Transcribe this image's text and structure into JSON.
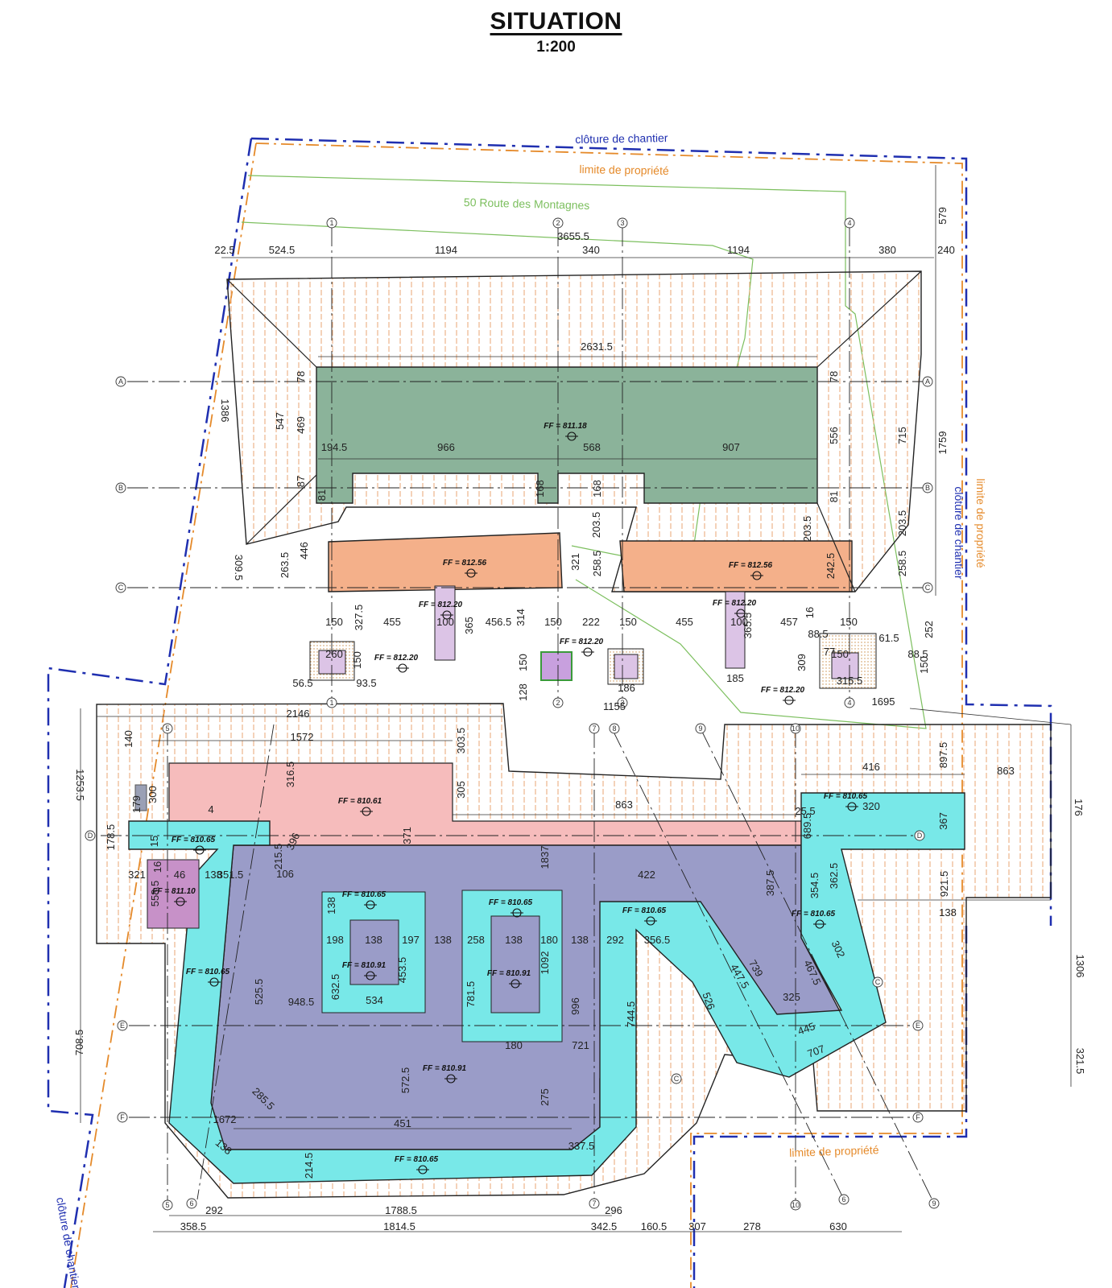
{
  "header": {
    "title": "SITUATION",
    "scale": "1:200"
  },
  "colors": {
    "site_fence": "#1f2fb0",
    "property_limit": "#e58a2a",
    "address_outline": "#7cbf5e",
    "upper_building": "#8bb39a",
    "upper_wings": "#f4b08a",
    "lower_upper_floor": "#f6bcbc",
    "lower_floor": "#9a9cc8",
    "terraces": "#78e8e8",
    "accent_blocks": "#c791c8"
  },
  "labels": {
    "fence_top": "clôture de chantier",
    "fence_right": "clôture de chantier",
    "fence_bottom_left": "clôture de chantier",
    "limit_top": "limite de propriété",
    "limit_right": "limite de propriété",
    "limit_bottom": "limite de propriété",
    "address": "50 Route des Montagnes"
  },
  "grid_marks": [
    "1",
    "2",
    "3",
    "4",
    "5",
    "6",
    "7",
    "8",
    "9",
    "10",
    "A",
    "B",
    "C",
    "D",
    "E",
    "F"
  ],
  "levels": [
    "FF = 811.18",
    "FF = 812.56",
    "FF = 812.56",
    "FF = 812.20",
    "FF = 812.20",
    "FF = 812.20",
    "FF = 812.20",
    "FF = 812.20",
    "FF = 810.61",
    "FF = 810.65",
    "FF = 810.65",
    "FF = 811.10",
    "FF = 810.65",
    "FF = 810.65",
    "FF = 810.91",
    "FF = 810.91",
    "FF = 810.65",
    "FF = 810.65",
    "FF = 810.91",
    "FF = 810.65",
    "FF = 810.65"
  ],
  "dimensions": {
    "top_chain": [
      "22.5",
      "524.5",
      "1194",
      "340",
      "1194",
      "380",
      "240"
    ],
    "top_total": "3655.5",
    "upper": [
      "2631.5",
      "194.5",
      "966",
      "568",
      "907",
      "78",
      "78",
      "547",
      "469",
      "87",
      "81",
      "168",
      "168",
      "203.5",
      "556",
      "81",
      "715",
      "1759",
      "579",
      "1386",
      "309.5",
      "263.5",
      "446",
      "321",
      "258.5",
      "203.5",
      "242.5",
      "16",
      "258.5",
      "203.5",
      "252"
    ],
    "middle": [
      "150",
      "327.5",
      "455",
      "456.5",
      "314",
      "150",
      "222",
      "150",
      "455",
      "457",
      "150",
      "100",
      "365",
      "100",
      "365.5",
      "260",
      "150",
      "93.5",
      "56.5",
      "150",
      "128",
      "186",
      "1155",
      "185",
      "88.5",
      "61.5",
      "77",
      "150",
      "88.5",
      "309",
      "315.5",
      "1695",
      "150"
    ],
    "lower": [
      "2146",
      "1572",
      "303.5",
      "140",
      "316.5",
      "305",
      "1253.5",
      "300",
      "179",
      "178.5",
      "4",
      "25.5",
      "689.5",
      "371",
      "1837",
      "863",
      "416",
      "863",
      "320",
      "367",
      "897.5",
      "176",
      "15",
      "16",
      "215.5",
      "396",
      "106",
      "321",
      "46",
      "138",
      "351.5",
      "558.5",
      "422",
      "387.5",
      "354.5",
      "362.5",
      "921.5",
      "138",
      "138",
      "198",
      "138",
      "197",
      "138",
      "258",
      "138",
      "180",
      "138",
      "292",
      "356.5",
      "632.5",
      "453.5",
      "781.5",
      "1092",
      "996",
      "744.5",
      "739",
      "447.5",
      "467.5",
      "302",
      "325",
      "445",
      "707",
      "526",
      "534",
      "180",
      "721",
      "1306",
      "525.5",
      "948.5",
      "708.5",
      "572.5",
      "275",
      "321.5",
      "285.5",
      "1672",
      "451",
      "138",
      "214.5",
      "337.5"
    ],
    "bottom_chain": [
      "292",
      "1788.5",
      "296",
      "358.5",
      "1814.5",
      "342.5",
      "160.5",
      "307",
      "278",
      "630"
    ]
  }
}
